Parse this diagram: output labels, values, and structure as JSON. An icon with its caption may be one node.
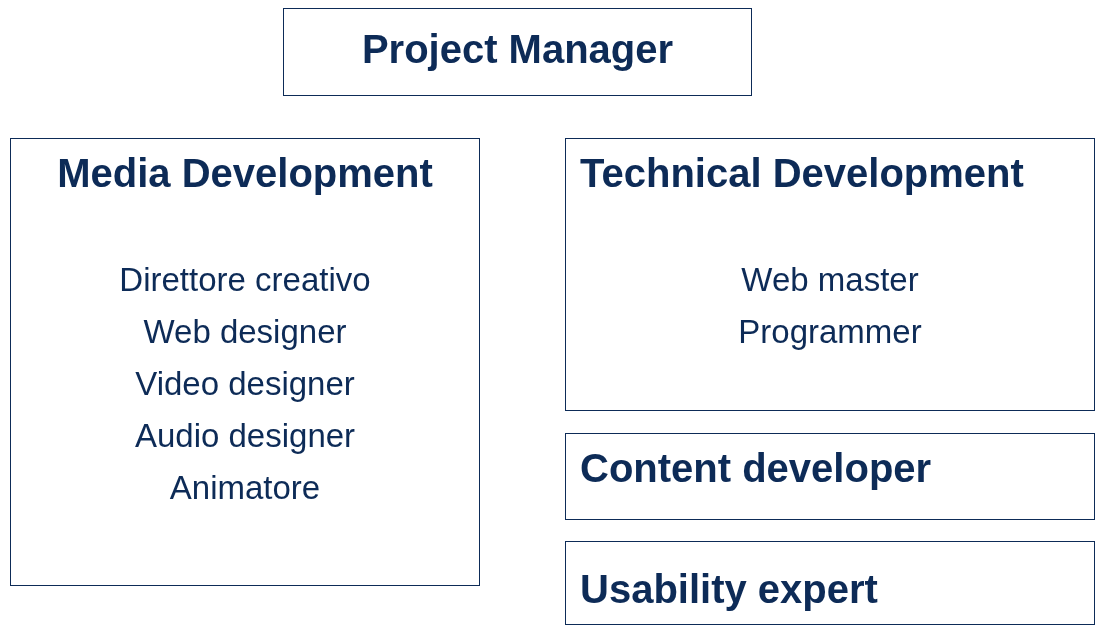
{
  "diagram": {
    "nodes": [
      {
        "text": [
          "Project Manager"
        ]
      },
      {
        "text": [
          "Media Development",
          "Direttore creativo",
          "Web designer",
          "Video designer",
          "Audio designer",
          "Animatore"
        ]
      },
      {
        "text": [
          "Technical Development",
          "Web master",
          "Programmer"
        ]
      },
      {
        "text": [
          "Content developer"
        ]
      },
      {
        "text": [
          "Usability expert"
        ]
      }
    ],
    "edges": []
  }
}
